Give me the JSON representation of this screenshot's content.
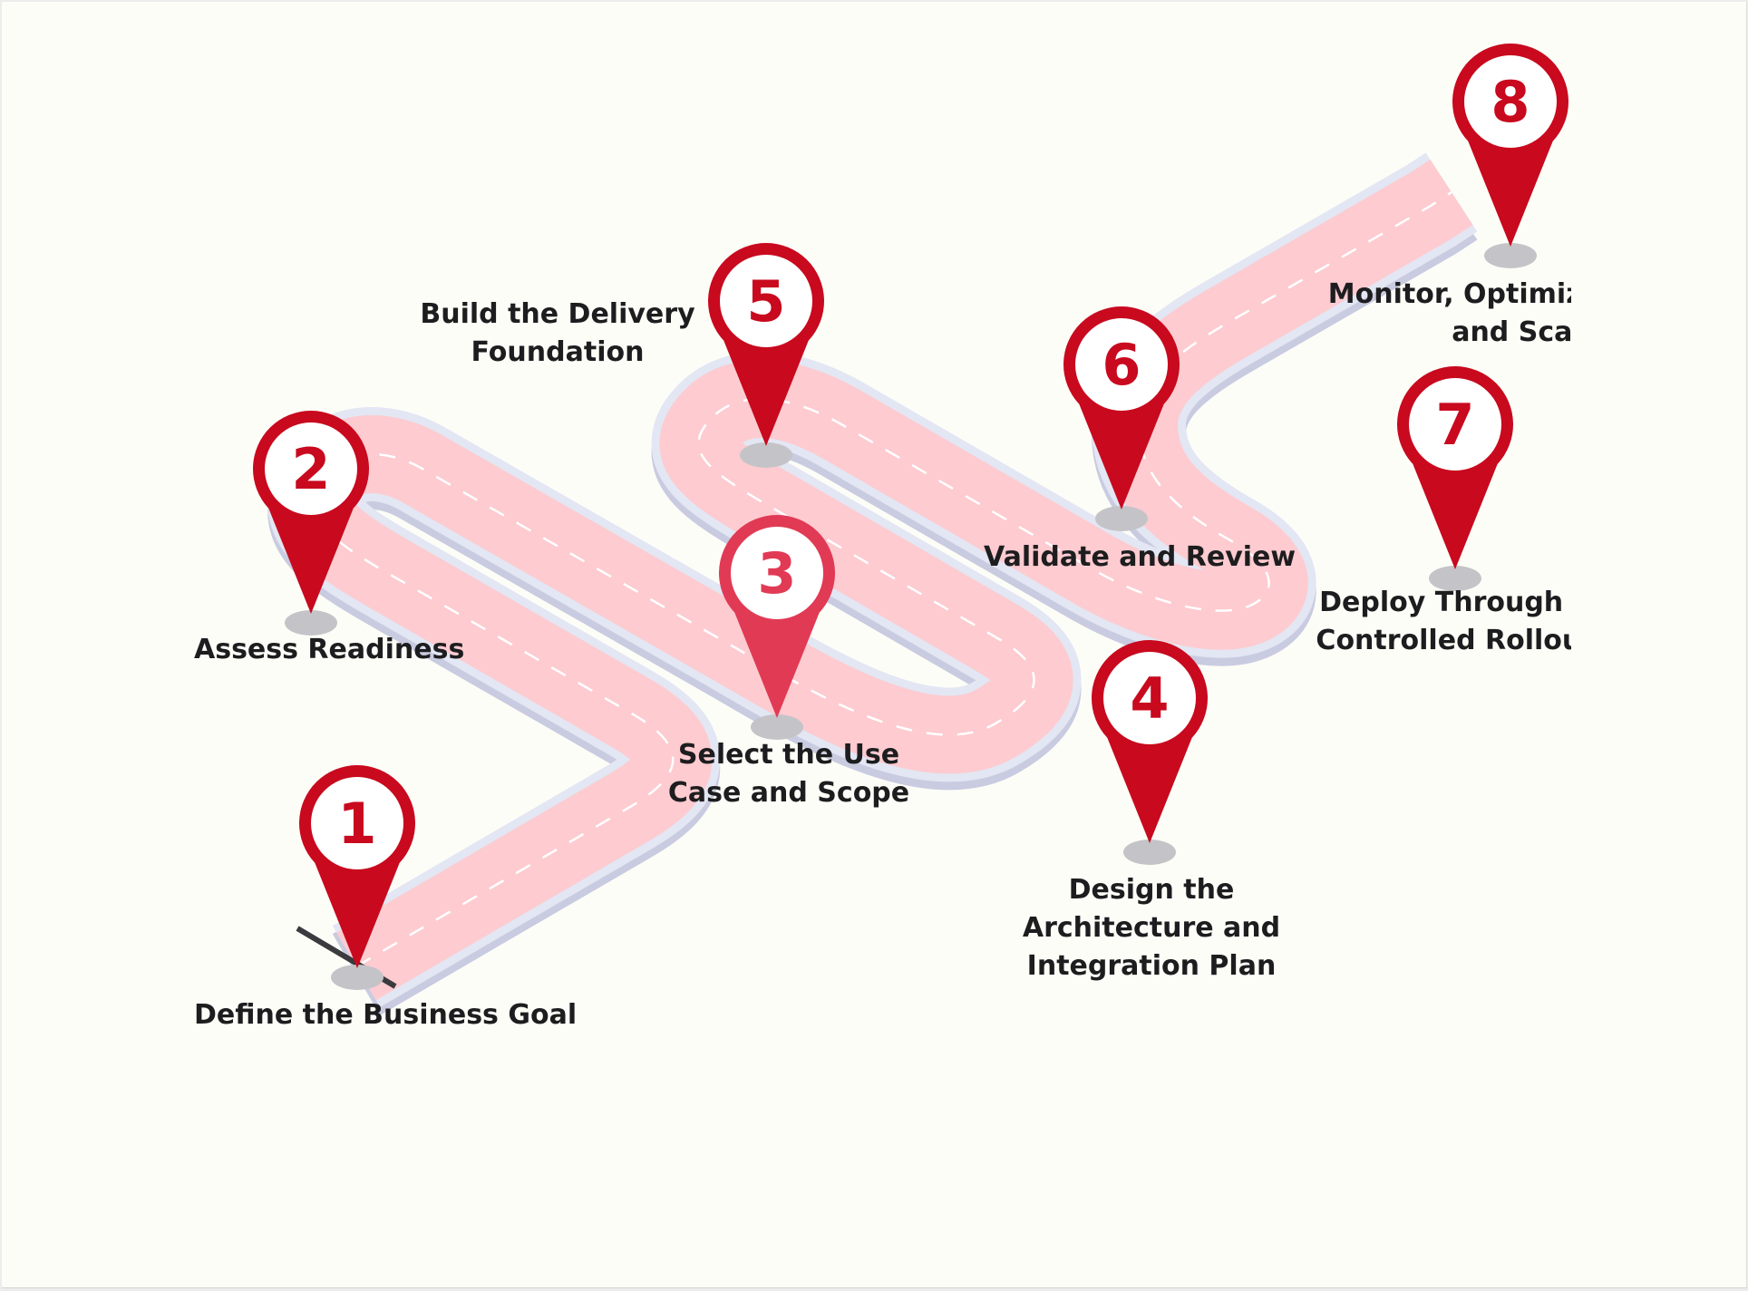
{
  "diagram": {
    "colors": {
      "background": "#fdfdf8",
      "road_surface": "#fdcbd0",
      "road_curb": "#e3e6f3",
      "road_shadow": "#c9cbe0",
      "lane_marking": "#ffffff",
      "pin": "#c8091e",
      "pin_highlight": "#e13a55",
      "pin_shadow": "#c4c4c8",
      "label_text": "#1d1d1f"
    },
    "steps": [
      {
        "number": "1",
        "label": "Define the Business Goal"
      },
      {
        "number": "2",
        "label": "Assess Readiness"
      },
      {
        "number": "3",
        "label": "Select the Use\nCase and Scope",
        "highlighted": true
      },
      {
        "number": "4",
        "label": "Design the\nArchitecture and\nIntegration Plan"
      },
      {
        "number": "5",
        "label": "Build the Delivery\nFoundation"
      },
      {
        "number": "6",
        "label": "Validate and Review"
      },
      {
        "number": "7",
        "label": "Deploy Through a\nControlled Rollout"
      },
      {
        "number": "8",
        "label": "Monitor, Optimize\nand Scale"
      }
    ]
  }
}
